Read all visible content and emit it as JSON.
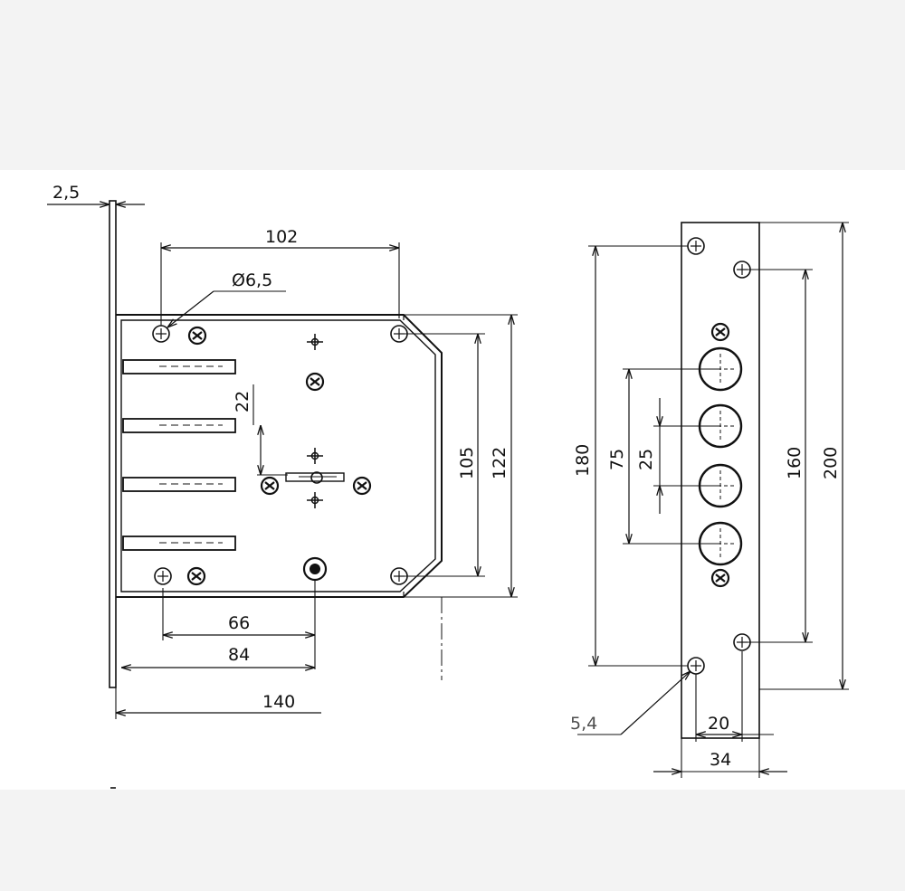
{
  "colors": {
    "band": "#f3f3f3",
    "paper": "#ffffff",
    "stroke": "#111111"
  },
  "dimensions": {
    "plate_thickness": "2,5",
    "hole_spacing_top": "102",
    "hole_diameter": "Ø6,5",
    "bolt_pitch": "22",
    "body_inner_height": "105",
    "body_outer_height": "122",
    "dist_66": "66",
    "dist_84": "84",
    "body_width": "140",
    "strike_180": "180",
    "strike_75": "75",
    "strike_25": "25",
    "strike_160": "160",
    "strike_200": "200",
    "strike_hole_diameter": "5,4",
    "strike_20": "20",
    "strike_34": "34"
  }
}
